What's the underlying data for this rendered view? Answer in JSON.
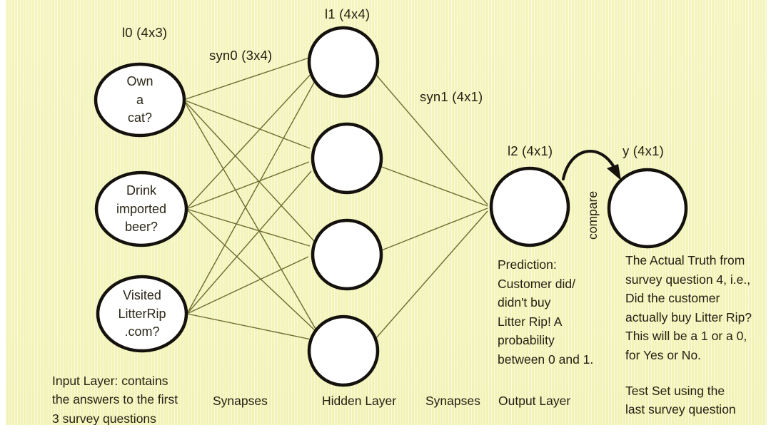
{
  "diagram": {
    "title_alt": "Neural network architecture for Litter Rip survey prediction",
    "background_color": "#f2f4ba",
    "node_stroke_color": "#15120d",
    "synapse_color": "#6e6b30",
    "text_color": "#262012"
  },
  "matrix_labels": {
    "input": "l0 (4x3)",
    "syn0": "syn0 (3x4)",
    "hidden": "l1 (4x4)",
    "syn1": "syn1 (4x1)",
    "output": "l2 (4x1)",
    "truth": "y (4x1)"
  },
  "input_nodes": [
    {
      "id": "own-a-cat",
      "text": "Own\na\ncat?"
    },
    {
      "id": "drink-imported-beer",
      "text": "Drink\nimported\nbeer?"
    },
    {
      "id": "visited-litterrip-com",
      "text": "Visited\nLitterRip\n.com?"
    }
  ],
  "hidden_nodes": [
    {
      "id": "hidden-1",
      "text": ""
    },
    {
      "id": "hidden-2",
      "text": ""
    },
    {
      "id": "hidden-3",
      "text": ""
    },
    {
      "id": "hidden-4",
      "text": ""
    }
  ],
  "output_nodes": [
    {
      "id": "prediction-node",
      "text": ""
    },
    {
      "id": "truth-node",
      "text": ""
    }
  ],
  "compare": {
    "label": "compare"
  },
  "descriptions": {
    "prediction": "Prediction:\nCustomer did/\ndidn't buy\nLitter Rip!  A\nprobability\nbetween 0 and 1.",
    "truth": "The Actual Truth from\nsurvey question 4, i.e.,\nDid the customer\nactually buy Litter Rip?\nThis will be a 1 or a 0,\nfor Yes or No."
  },
  "captions": {
    "input_layer": "Input Layer: contains\nthe answers to the first\n3 survey questions",
    "synapses_left": "Synapses",
    "hidden_layer": "Hidden Layer",
    "synapses_right": "Synapses",
    "output_layer": "Output Layer",
    "test_set": "Test Set using the\nlast survey question"
  }
}
